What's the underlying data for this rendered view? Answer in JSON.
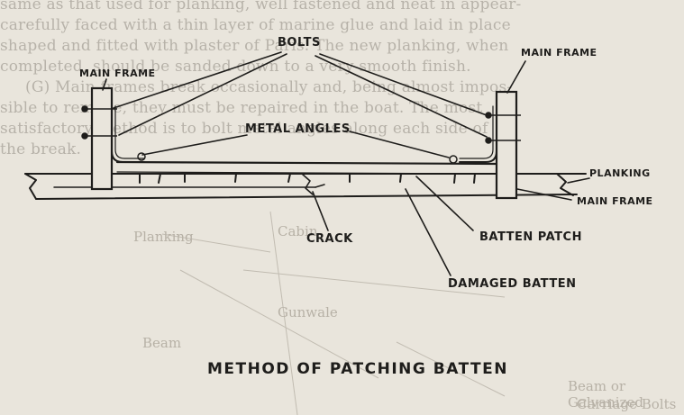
{
  "labels": {
    "main_frame_left": "Main Frame",
    "bolts": "Bolts",
    "main_frame_right": "Main Frame",
    "metal_angles": "Metal Angles",
    "planking": "Planking",
    "main_frame_right_lower": "Main Frame",
    "crack": "Crack",
    "batten_patch": "Batten Patch",
    "damaged_batten": "Damaged Batten"
  },
  "caption": "Method of Patching Batten",
  "bleed_text": [
    "same as that used for planking, well fastened and neat in appear-",
    "carefully faced with a thin layer of marine glue and laid in place",
    "shaped and fitted with plaster of Paris. The new planking, when",
    "completed, should be sanded down to a very smooth finish.",
    "(G) Main frames break occasionally and, being almost impos-",
    "sible to remove, they must be repaired in the boat. The most",
    "satisfactory method is to bolt metal angles along each side of",
    "the break."
  ],
  "ghost_text": {
    "planking": "Planking",
    "cabin": "Cabin",
    "beam": "Beam",
    "gunwale": "Gunwale",
    "beam_or_galvanized": "Beam or Galvanized",
    "carriage_bolts": "Carriage Bolts"
  },
  "colors": {
    "ink": "#1e1d1b",
    "paper": "#e9e5dc",
    "bleed": "#8f8a80"
  }
}
